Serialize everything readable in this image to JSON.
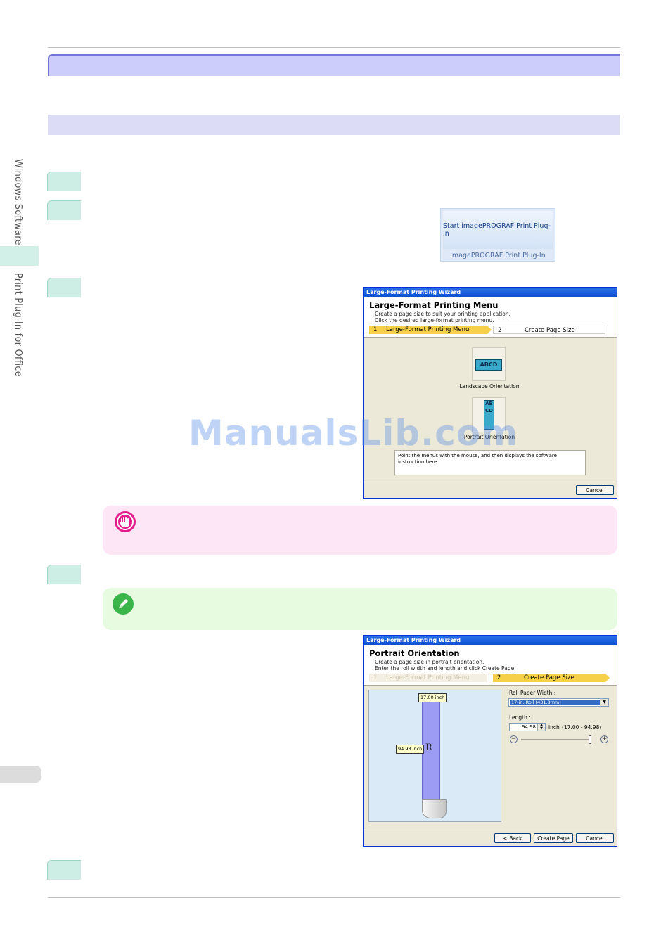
{
  "side_nav": {
    "section": "Windows Software",
    "subsection": "Print Plug-In for Office"
  },
  "ribbon": {
    "button_label": "Start imagePROGRAF Print Plug-In",
    "group_label": "imagePROGRAF Print Plug-In"
  },
  "wizard1": {
    "title_bar": "Large-Format Printing Wizard",
    "heading": "Large-Format Printing Menu",
    "desc_line1": "Create a page size to suit your printing application.",
    "desc_line2": "Click the desired large-format printing menu.",
    "step1_num": "1",
    "step1_label": "Large-Format Printing Menu",
    "step2_num": "2",
    "step2_label": "Create Page Size",
    "option1_icon_text": "ABCD",
    "option1_label": "Landscape Orientation",
    "option2_icon_text": "ABCD",
    "option2_label": "Portrait Orientation",
    "info_text": "Point the menus with the mouse, and then displays the software instruction here.",
    "cancel": "Cancel"
  },
  "wizard2": {
    "title_bar": "Large-Format Printing Wizard",
    "heading": "Portrait Orientation",
    "desc_line1": "Create a page size in portrait orientation.",
    "desc_line2": "Enter the roll width and length and click Create Page.",
    "step1_num": "1",
    "step1_label": "Large-Format Printing Menu",
    "step2_num": "2",
    "step2_label": "Create Page Size",
    "width_tag": "17.00 inch",
    "length_tag": "94.98 inch",
    "preview_letter": "R",
    "roll_width_label": "Roll Paper Width :",
    "roll_width_value": "17-in. Roll (431.8mm)",
    "length_label": "Length :",
    "length_value": "94.98",
    "length_unit": "inch",
    "length_range": "(17.00 - 94.98)",
    "slider_value": 1.0,
    "back": "< Back",
    "create": "Create Page",
    "cancel": "Cancel"
  },
  "watermark": "ManualsLib.com",
  "colors": {
    "h1_bar": "#cdcdfb",
    "h2_bar": "#dcdcf7",
    "step_box": "#cdeee4",
    "important_bg": "#fde6f6",
    "note_bg": "#e6fbe0"
  }
}
